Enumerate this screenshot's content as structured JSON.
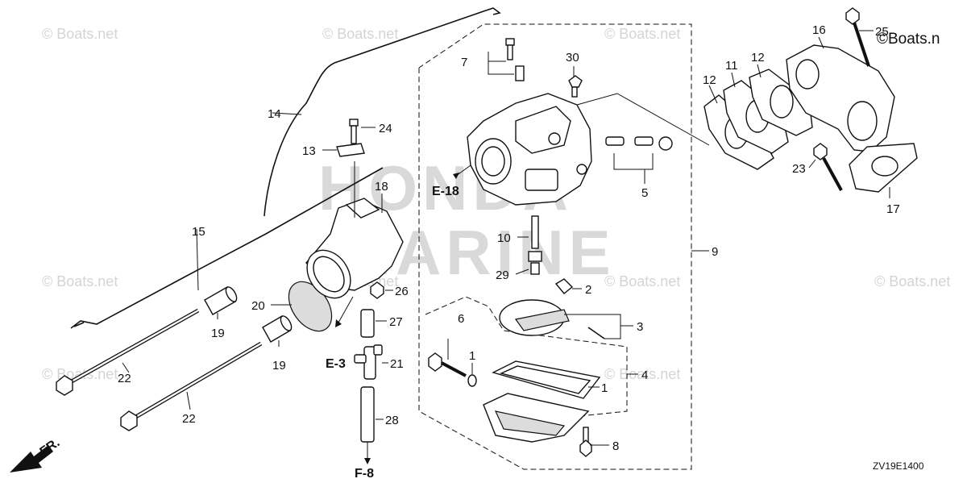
{
  "watermarks": [
    "© Boats.net",
    "© Boats.net",
    "© Boats.net",
    "© Boats.net",
    "© Boats.net",
    "© Boats.net",
    "© Boats.net",
    "© Boats.net",
    "© Boats.net"
  ],
  "corner_watermark": "©Boats.n",
  "background_brand": [
    "HONDA",
    "MARINE"
  ],
  "part_labels": {
    "p1a": "1",
    "p1b": "1",
    "p2": "2",
    "p3": "3",
    "p4": "4",
    "p5": "5",
    "p6": "6",
    "p7": "7",
    "p8": "8",
    "p9": "9",
    "p10": "10",
    "p11": "11",
    "p12a": "12",
    "p12b": "12",
    "p13": "13",
    "p14": "14",
    "p15": "15",
    "p16": "16",
    "p17": "17",
    "p18": "18",
    "p19a": "19",
    "p19b": "19",
    "p20": "20",
    "p21": "21",
    "p22a": "22",
    "p22b": "22",
    "p23": "23",
    "p24": "24",
    "p25": "25",
    "p26": "26",
    "p27": "27",
    "p28": "28",
    "p29": "29",
    "p30": "30"
  },
  "references": {
    "e18": "E-18",
    "e3": "E-3",
    "f8": "F-8",
    "front": "FR."
  },
  "diagram_code": "ZV19E1400"
}
